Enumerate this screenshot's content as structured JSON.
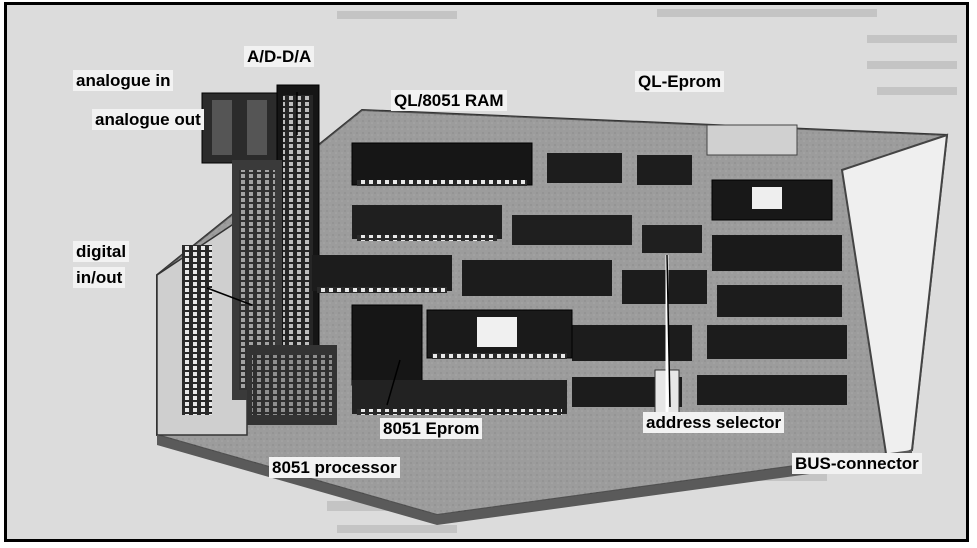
{
  "labels": {
    "analogue_in": "analogue in",
    "analogue_out": "analogue out",
    "digital_line1": "digital",
    "digital_line2": "in/out",
    "ad_da": "A/D-D/A",
    "ql_8051_ram": "QL/8051 RAM",
    "ql_eprom": "QL-Eprom",
    "eprom_8051": "8051 Eprom",
    "processor_8051": "8051 processor",
    "address_selector": "address selector",
    "bus_connector": "BUS-connector"
  },
  "colors": {
    "frame": "#000000",
    "background": "#d9d9d9",
    "board": "#9a9a9a",
    "chip": "#1a1a1a"
  }
}
